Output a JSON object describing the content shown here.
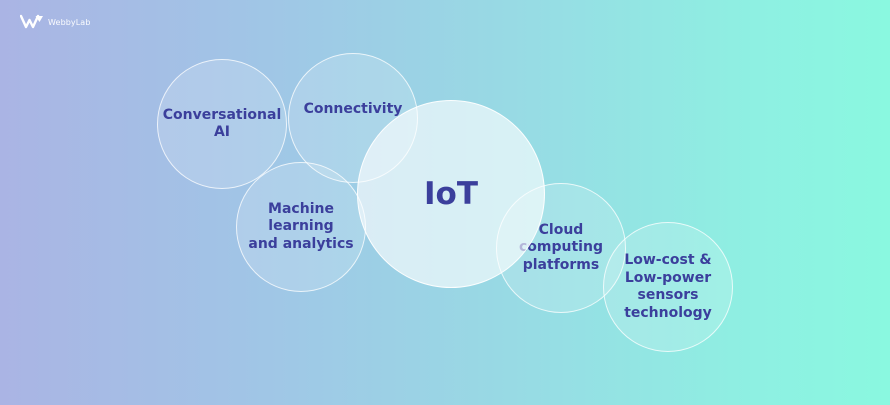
{
  "brand": {
    "name": "WebbyLab",
    "icon": "webbylab-logo-icon"
  },
  "diagram": {
    "center": "IoT",
    "nodes": {
      "conversational_ai": "Conversational\nAI",
      "connectivity": "Connectivity",
      "machine_learning": "Machine\nlearning\nand analytics",
      "cloud": "Cloud\ncomputing\nplatforms",
      "low_cost": "Low-cost &\nLow-power\nsensors\ntechnology"
    }
  },
  "colors": {
    "text": "#3b3f9c",
    "gradient_start": "#aab4e4",
    "gradient_end": "#8af8e0",
    "bubble_border": "#ffffff"
  }
}
